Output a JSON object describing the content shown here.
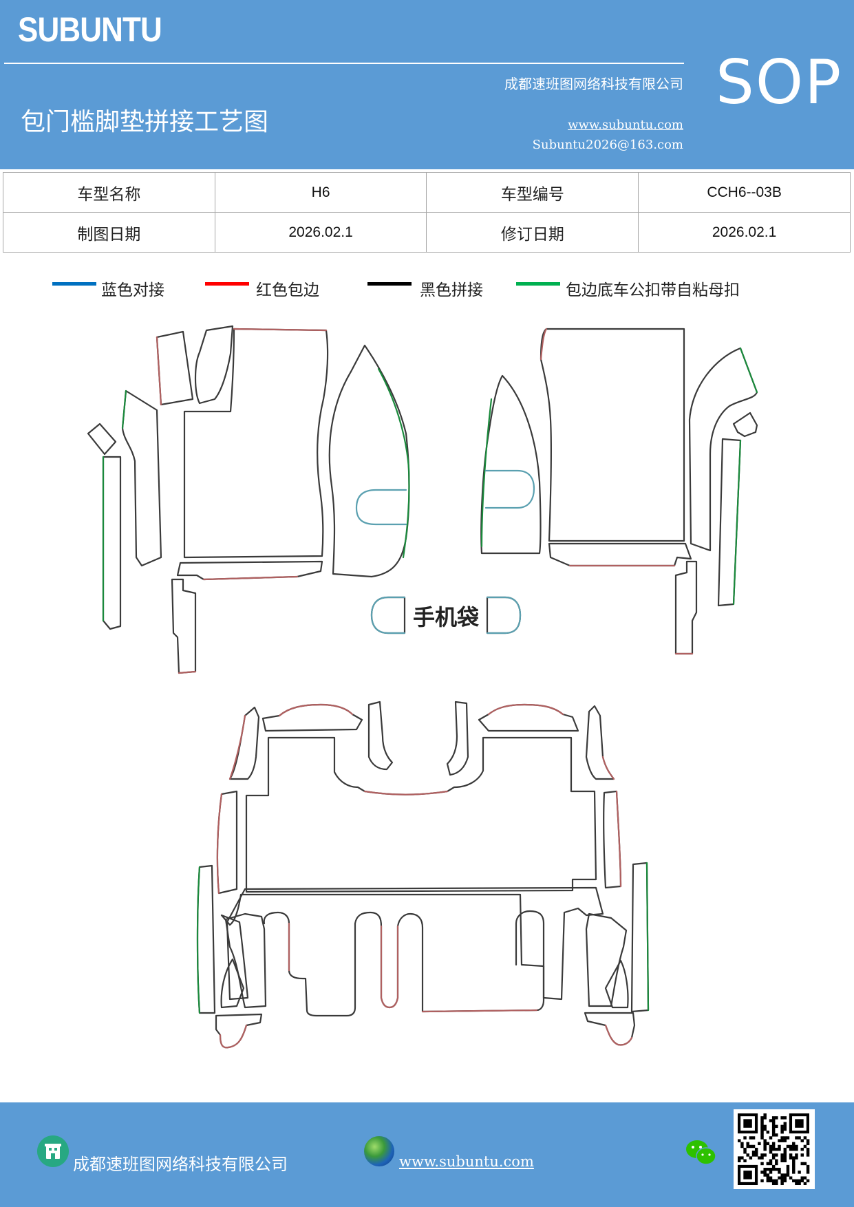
{
  "header": {
    "brand": "SUBUNTU",
    "company": "成都速班图网络科技有限公司",
    "title": "包门槛脚垫拼接工艺图",
    "website": "www.subuntu.com",
    "email": "Subuntu2026@163.com",
    "badge": "SOP"
  },
  "info": {
    "model_name_label": "车型名称",
    "model_name_value": "H6",
    "model_code_label": "车型编号",
    "model_code_value": "CCH6--03B",
    "draw_date_label": "制图日期",
    "draw_date_value": "2026.02.1",
    "revise_date_label": "修订日期",
    "revise_date_value": "2026.02.1"
  },
  "legend": {
    "items": [
      {
        "label": "蓝色对接",
        "color": "#0070c0"
      },
      {
        "label": "红色包边",
        "color": "#ff0000"
      },
      {
        "label": "黑色拼接",
        "color": "#000000"
      },
      {
        "label": "包边底车公扣带自粘母扣",
        "color": "#00b050"
      }
    ]
  },
  "diagram": {
    "phone_pocket_label": "手机袋",
    "colors": {
      "outline": "#3a3a3a",
      "edge_red": "#b06060",
      "edge_green": "#1a8a3c",
      "edge_blue": "#5aa0b0"
    }
  },
  "footer": {
    "company": "成都速班图网络科技有限公司",
    "website": "www.subuntu.com"
  }
}
